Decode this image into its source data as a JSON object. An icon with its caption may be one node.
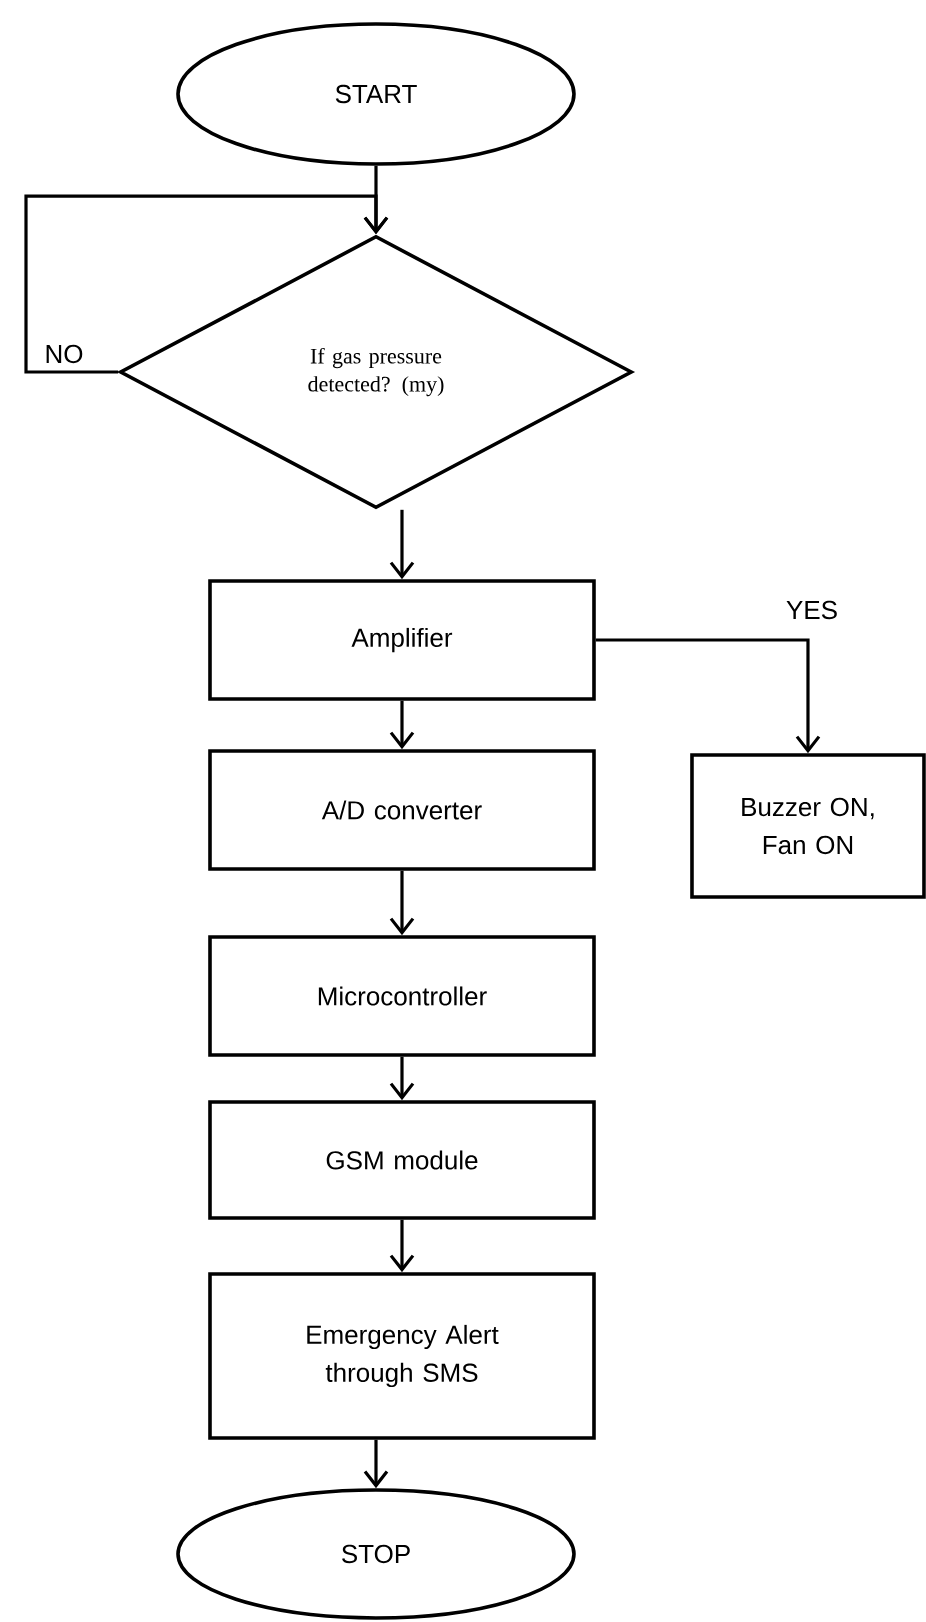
{
  "diagram": {
    "nodes": [
      {
        "text": [
          "START"
        ]
      },
      {
        "text": [
          "If gas pressure detected? (my)"
        ]
      },
      {
        "text": [
          "Amplifier"
        ]
      },
      {
        "text": [
          "A/D converter"
        ]
      },
      {
        "text": [
          "Microcontroller"
        ]
      },
      {
        "text": [
          "GSM module"
        ]
      },
      {
        "text": [
          "Emergency Alert through SMS"
        ]
      },
      {
        "text": [
          "STOP"
        ]
      },
      {
        "text": [
          "Buzzer ON, Fan ON"
        ]
      }
    ],
    "edges": [
      {
        "from": 0,
        "to": 1,
        "arrow": "to"
      },
      {
        "from": 1,
        "to": 1,
        "arrow": "to",
        "label": "NO"
      },
      {
        "from": 1,
        "to": 2,
        "arrow": "to"
      },
      {
        "from": 2,
        "to": 3,
        "arrow": "to"
      },
      {
        "from": 3,
        "to": 4,
        "arrow": "to"
      },
      {
        "from": 4,
        "to": 5,
        "arrow": "to"
      },
      {
        "from": 5,
        "to": 6,
        "arrow": "to"
      },
      {
        "from": 6,
        "to": 7,
        "arrow": "to"
      },
      {
        "from": 2,
        "to": 8,
        "arrow": "to",
        "label": "YES"
      }
    ]
  }
}
